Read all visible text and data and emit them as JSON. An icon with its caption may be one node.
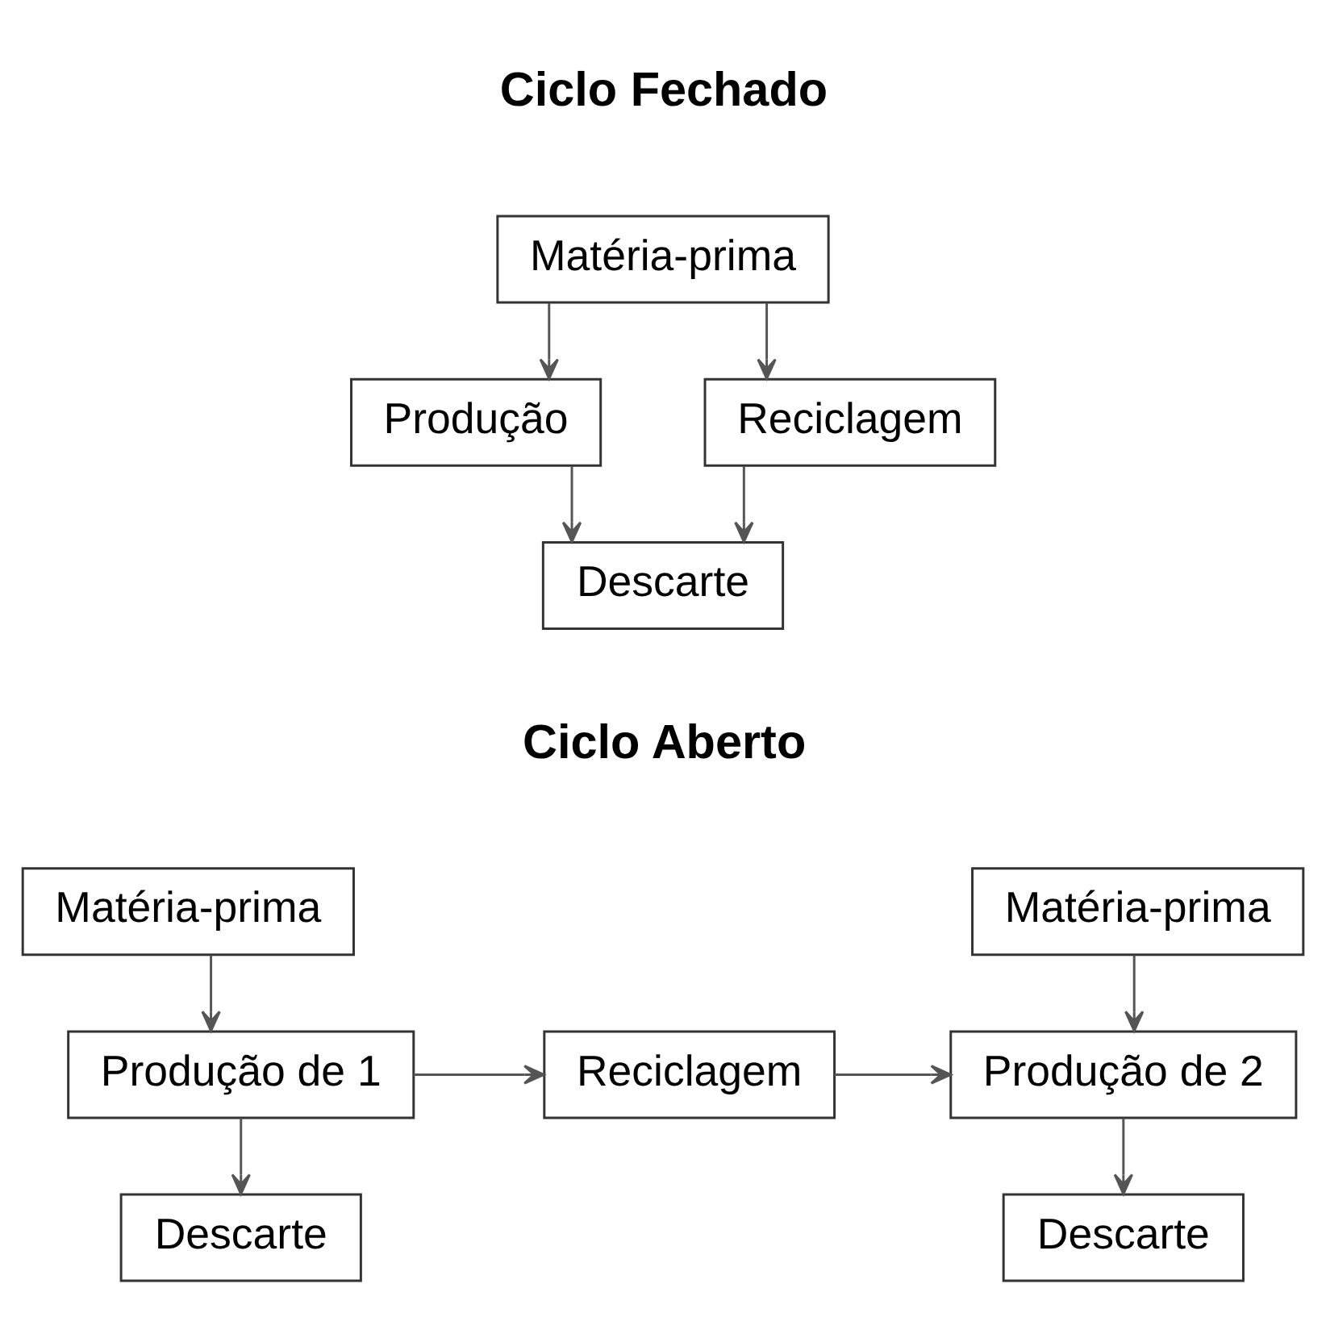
{
  "diagram": {
    "nodes": [
      {
        "text": [
          "Matéria-prima"
        ]
      },
      {
        "text": [
          "Produção"
        ]
      },
      {
        "text": [
          "Reciclagem"
        ]
      },
      {
        "text": [
          "Descarte"
        ]
      },
      {
        "text": [
          "Matéria-prima"
        ]
      },
      {
        "text": [
          "Produção de 1"
        ]
      },
      {
        "text": [
          "Reciclagem"
        ]
      },
      {
        "text": [
          "Matéria-prima"
        ]
      },
      {
        "text": [
          "Produção de 2"
        ]
      },
      {
        "text": [
          "Descarte"
        ]
      },
      {
        "text": [
          "Descarte"
        ]
      }
    ],
    "edges": [
      {
        "from": 0,
        "to": 1,
        "arrow": "to"
      },
      {
        "from": 0,
        "to": 2,
        "arrow": "to"
      },
      {
        "from": 1,
        "to": 3,
        "arrow": "to"
      },
      {
        "from": 2,
        "to": 3,
        "arrow": "to"
      },
      {
        "from": 4,
        "to": 5,
        "arrow": "to"
      },
      {
        "from": 5,
        "to": 9,
        "arrow": "to"
      },
      {
        "from": 5,
        "to": 6,
        "arrow": "to"
      },
      {
        "from": 6,
        "to": 8,
        "arrow": "to"
      },
      {
        "from": 7,
        "to": 8,
        "arrow": "to"
      },
      {
        "from": 8,
        "to": 10,
        "arrow": "to"
      }
    ],
    "labels": [
      "Ciclo Fechado",
      "Ciclo Aberto"
    ]
  }
}
